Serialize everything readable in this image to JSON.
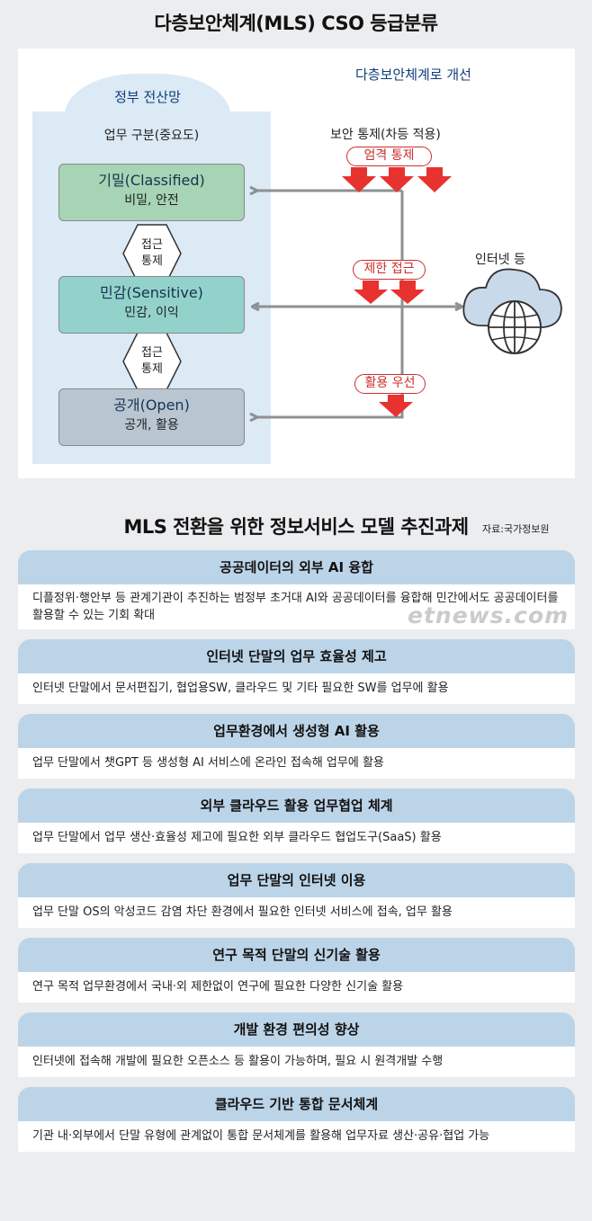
{
  "title_top": "다층보안체계(MLS) CSO 등급분류",
  "network": {
    "title": "정부 전산망",
    "header": "업무 구분(중요도)",
    "levels": [
      {
        "name": "기밀(Classified)",
        "desc": "비밀, 안전"
      },
      {
        "name": "민감(Sensitive)",
        "desc": "민감, 이익"
      },
      {
        "name": "공개(Open)",
        "desc": "공개, 활용"
      }
    ],
    "access_control": {
      "line1": "접근",
      "line2": "통제"
    }
  },
  "improvement": {
    "title": "다층보안체계로 개선",
    "control_label": "보안 통제(차등 적용)",
    "pills": [
      "엄격 통제",
      "제한 접근",
      "활용 우선"
    ],
    "internet_label": "인터넷 등"
  },
  "colors": {
    "arrow_red": "#e8322f",
    "line_gray": "#8e9094",
    "classified": "#a7d4b4",
    "sensitive": "#93d2cb",
    "open": "#b9c6d2",
    "panel": "#dceaf5",
    "task_head": "#bcd4e8"
  },
  "title_bottom": "MLS 전환을 위한 정보서비스 모델 추진과제",
  "source": "자료:국가정보원",
  "watermark": "etnews.com",
  "tasks": [
    {
      "title": "공공데이터의 외부 AI 융합",
      "desc": "디플정위·행안부 등 관계기관이 추진하는 범정부 초거대 AI와 공공데이터를 융합해 민간에서도 공공데이터를 활용할 수 있는 기회 확대"
    },
    {
      "title": "인터넷 단말의 업무 효율성 제고",
      "desc": "인터넷 단말에서 문서편집기, 협업용SW, 클라우드 및 기타 필요한 SW를 업무에 활용"
    },
    {
      "title": "업무환경에서 생성형 AI 활용",
      "desc": "업무 단말에서 챗GPT 등 생성형 AI 서비스에 온라인 접속해 업무에 활용"
    },
    {
      "title": "외부 클라우드 활용 업무협업 체계",
      "desc": "업무 단말에서 업무 생산·효율성 제고에 필요한 외부 클라우드 협업도구(SaaS) 활용"
    },
    {
      "title": "업무 단말의 인터넷 이용",
      "desc": "업무 단말 OS의 악성코드 감염 차단 환경에서 필요한 인터넷 서비스에 접속, 업무 활용"
    },
    {
      "title": "연구 목적 단말의 신기술 활용",
      "desc": "연구 목적 업무환경에서 국내·외 제한없이 연구에 필요한 다양한 신기술 활용"
    },
    {
      "title": "개발 환경 편의성 향상",
      "desc": "인터넷에 접속해 개발에 필요한 오픈소스 등 활용이 가능하며, 필요 시 원격개발 수행"
    },
    {
      "title": "클라우드 기반 통합 문서체계",
      "desc": "기관 내·외부에서 단말 유형에 관계없이 통합 문서체계를 활용해 업무자료 생산·공유·협업 가능"
    }
  ]
}
